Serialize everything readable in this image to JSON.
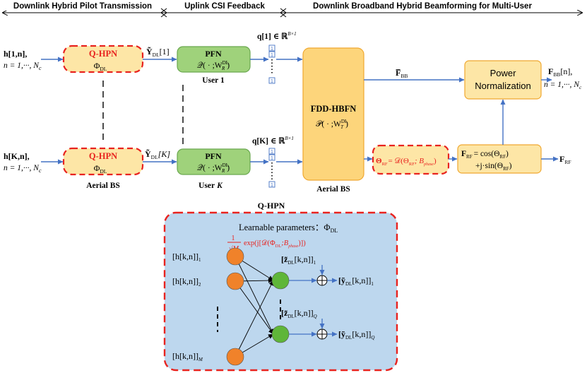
{
  "stages": {
    "pilot": "Downlink Hybrid Pilot Transmission",
    "feedback": "Uplink CSI Feedback",
    "beamforming": "Downlink Broadband Hybrid Beamforming for Multi-User"
  },
  "inputs": {
    "top_h": "h[1,n],",
    "top_n": "n = 1,···, N",
    "top_n_sub": "c",
    "bottom_h": "h[K,n],",
    "bottom_n": "n = 1,···, N",
    "bottom_n_sub": "c"
  },
  "qhpn_box": {
    "title": "Q-HPN",
    "param": "Φ",
    "param_sub": "DL"
  },
  "signals": {
    "y_top": "Ỹ",
    "y_top_sub": "DL",
    "y_top_idx": "[1]",
    "y_bottom": "Ỹ",
    "y_bottom_sub": "DL",
    "y_bottom_idx": "[K]",
    "q_top": "q[1] ∈ ℝ",
    "q_top_sup": "B×1",
    "q_bottom": "q[K] ∈ ℝ",
    "q_bottom_sup": "B×1",
    "bit": "1",
    "f_bb_bar": "F̅",
    "f_bb_bar_sub": "BB",
    "f_rf": "F",
    "f_rf_sub": "RF"
  },
  "pfn_box": {
    "title": "PFN",
    "func": "𝒬( · ;W",
    "func_sup": "DL",
    "func_sub": "R",
    "func_end": ")"
  },
  "users": {
    "top": "User 1",
    "bottom": "User",
    "bottom_var": "K"
  },
  "aerial_bs": "Aerial BS",
  "hbfn": {
    "title": "FDD-HBFN",
    "func": "𝒫( · ;W",
    "func_sup": "DL",
    "func_sub": "T",
    "func_end": ")"
  },
  "power": {
    "line1": "Power",
    "line2": "Normalization"
  },
  "output_bb": {
    "label": "F",
    "sub": "BB",
    "idx": "[n],",
    "range": "n = 1,···, N",
    "range_sub": "c"
  },
  "theta_box": {
    "lhs": "Θ",
    "lhs_sub": "RF",
    "rhs": "= 𝒟(Θ",
    "rhs_sub": "RF",
    "rhs_mid": "; B",
    "rhs_sub2": "phase",
    "rhs_end": ")"
  },
  "frf_box": {
    "line1_lhs": "F",
    "line1_sub": "RF",
    "line1_rhs": "= cos(Θ",
    "line1_sub2": "RF",
    "line1_end": ")",
    "line2": "+j·sin(Θ",
    "line2_sub": "RF",
    "line2_end": ")"
  },
  "detail": {
    "title": "Q-HPN",
    "learnable": "Learnable parameters：Φ",
    "learnable_sub": "DL",
    "weight_num": "1",
    "weight_den": "√M",
    "weight_expr": "exp(j[𝒟(Φ",
    "weight_sub": "DL",
    "weight_mid": ";B",
    "weight_sub2": "phase",
    "weight_end": ")])",
    "in1": "[h[k,n]]",
    "in1_sub": "1",
    "in2": "[h[k,n]]",
    "in2_sub": "2",
    "inM": "[h[k,n]]",
    "inM_sub": "M",
    "z1": "[z̃",
    "z1_sub": "DL",
    "z1_idx": "[k,n]]",
    "z1_sub2": "1",
    "zQ": "[z̃",
    "zQ_sub": "DL",
    "zQ_idx": "[k,n]]",
    "zQ_sub2": "Q",
    "y1": "[ỹ",
    "y1_sub": "DL",
    "y1_idx": "[k,n]]",
    "y1_sub2": "1",
    "yQ": "[ỹ",
    "yQ_sub": "DL",
    "yQ_idx": "[k,n]]",
    "yQ_sub2": "Q"
  },
  "colors": {
    "arrow": "#4472c4",
    "qhpn_fill": "#fde6a6",
    "red": "#e8231f",
    "pfn_fill": "#9fd27b",
    "pfn_border": "#6aa84f",
    "hbfn_fill": "#fdd57b",
    "hbfn_border": "#f0a830",
    "detail_fill": "#bdd7ee",
    "node_orange": "#f0822a",
    "node_green": "#5fb639"
  }
}
